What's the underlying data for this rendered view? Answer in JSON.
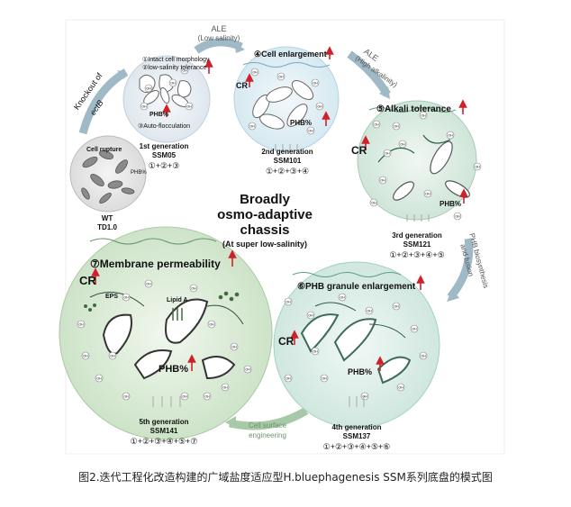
{
  "center": {
    "line1": "Broadly",
    "line2": "osmo-adaptive",
    "line3": "chassis",
    "sub": "(At super low-salinity)"
  },
  "wt": {
    "name": "WT",
    "strain": "TD1.0",
    "rupture": "Cell rupture",
    "phb": "PHB%"
  },
  "g1": {
    "trait1": "①Intact cell morphology",
    "trait2": "②low-salinity tolerance",
    "phb": "PHB%",
    "trait3": "③Auto-flocculation",
    "gen": "1st generation",
    "strain": "SSM05",
    "combo": "①+②+③"
  },
  "g2": {
    "trait": "④Cell enlargement",
    "cr": "CR",
    "phb": "PHB%",
    "gen": "2nd generation",
    "strain": "SSM101",
    "combo": "①+②+③+④"
  },
  "g3": {
    "trait": "⑤Alkali tolerance",
    "cr": "CR",
    "phb": "PHB%",
    "gen": "3rd generation",
    "strain": "SSM121",
    "combo": "①+②+③+④+⑤"
  },
  "g4": {
    "trait": "⑥PHB granule enlargement",
    "cr": "CR",
    "phb": "PHB%",
    "gen": "4th generation",
    "strain": "SSM137",
    "combo": "①+②+③+④+⑤+⑥"
  },
  "g5": {
    "trait": "⑦Membrane permeability",
    "cr": "CR",
    "eps": "EPS",
    "lipid": "Lipid A",
    "phb": "PHB%",
    "gen": "5th generation",
    "strain": "SSM141",
    "combo": "①+②+③+④+⑤+⑦"
  },
  "arrows": {
    "knockout1": "Knockout of",
    "knockout2": "ectB",
    "ale1a": "ALE",
    "ale1b": "(Low salinity)",
    "ale2a": "ALE",
    "ale2b": "(High alkalinity)",
    "phb1": "PHB biosynthesis",
    "phb2": "and fusion",
    "surf1": "Cell surface",
    "surf2": "engineering"
  },
  "dh": "OH",
  "caption": "图2.迭代工程化改造构建的广域盐度适应型H.bluephagenesis SSM系列底盘的模式图",
  "colors": {
    "circle1": "#e9eef3",
    "circle2": "#e2eef4",
    "circle3": "#dcebe4",
    "circle4": "#dcefe9",
    "circle5": "#dcedd9",
    "arrow": "#9fb9c6",
    "arrowGreen": "#a7c9a7",
    "red": "#d0202a",
    "dark": "#333333"
  }
}
